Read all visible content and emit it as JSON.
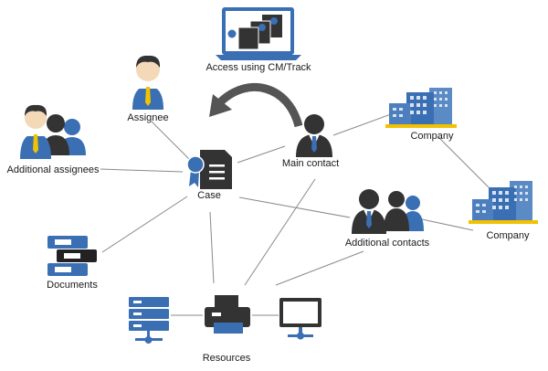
{
  "labels": {
    "access": "Access using CM/Track",
    "assignee": "Assignee",
    "additional_assignees": "Additional assignees",
    "case": "Case",
    "main_contact": "Main contact",
    "company_1": "Company",
    "company_2": "Company",
    "additional_contacts": "Additional contacts",
    "documents": "Documents",
    "resources": "Resources"
  },
  "colors": {
    "blue": "#3a6fb3",
    "dark": "#333333",
    "line": "#8a8a8a",
    "yellow": "#f2c200",
    "skin": "#f3d9b8"
  },
  "icons": [
    "laptop-icon",
    "person-icon",
    "people-group-icon",
    "case-document-icon",
    "building-icon",
    "binders-icon",
    "server-icon",
    "printer-icon",
    "monitor-icon",
    "cycle-arrow-icon"
  ]
}
